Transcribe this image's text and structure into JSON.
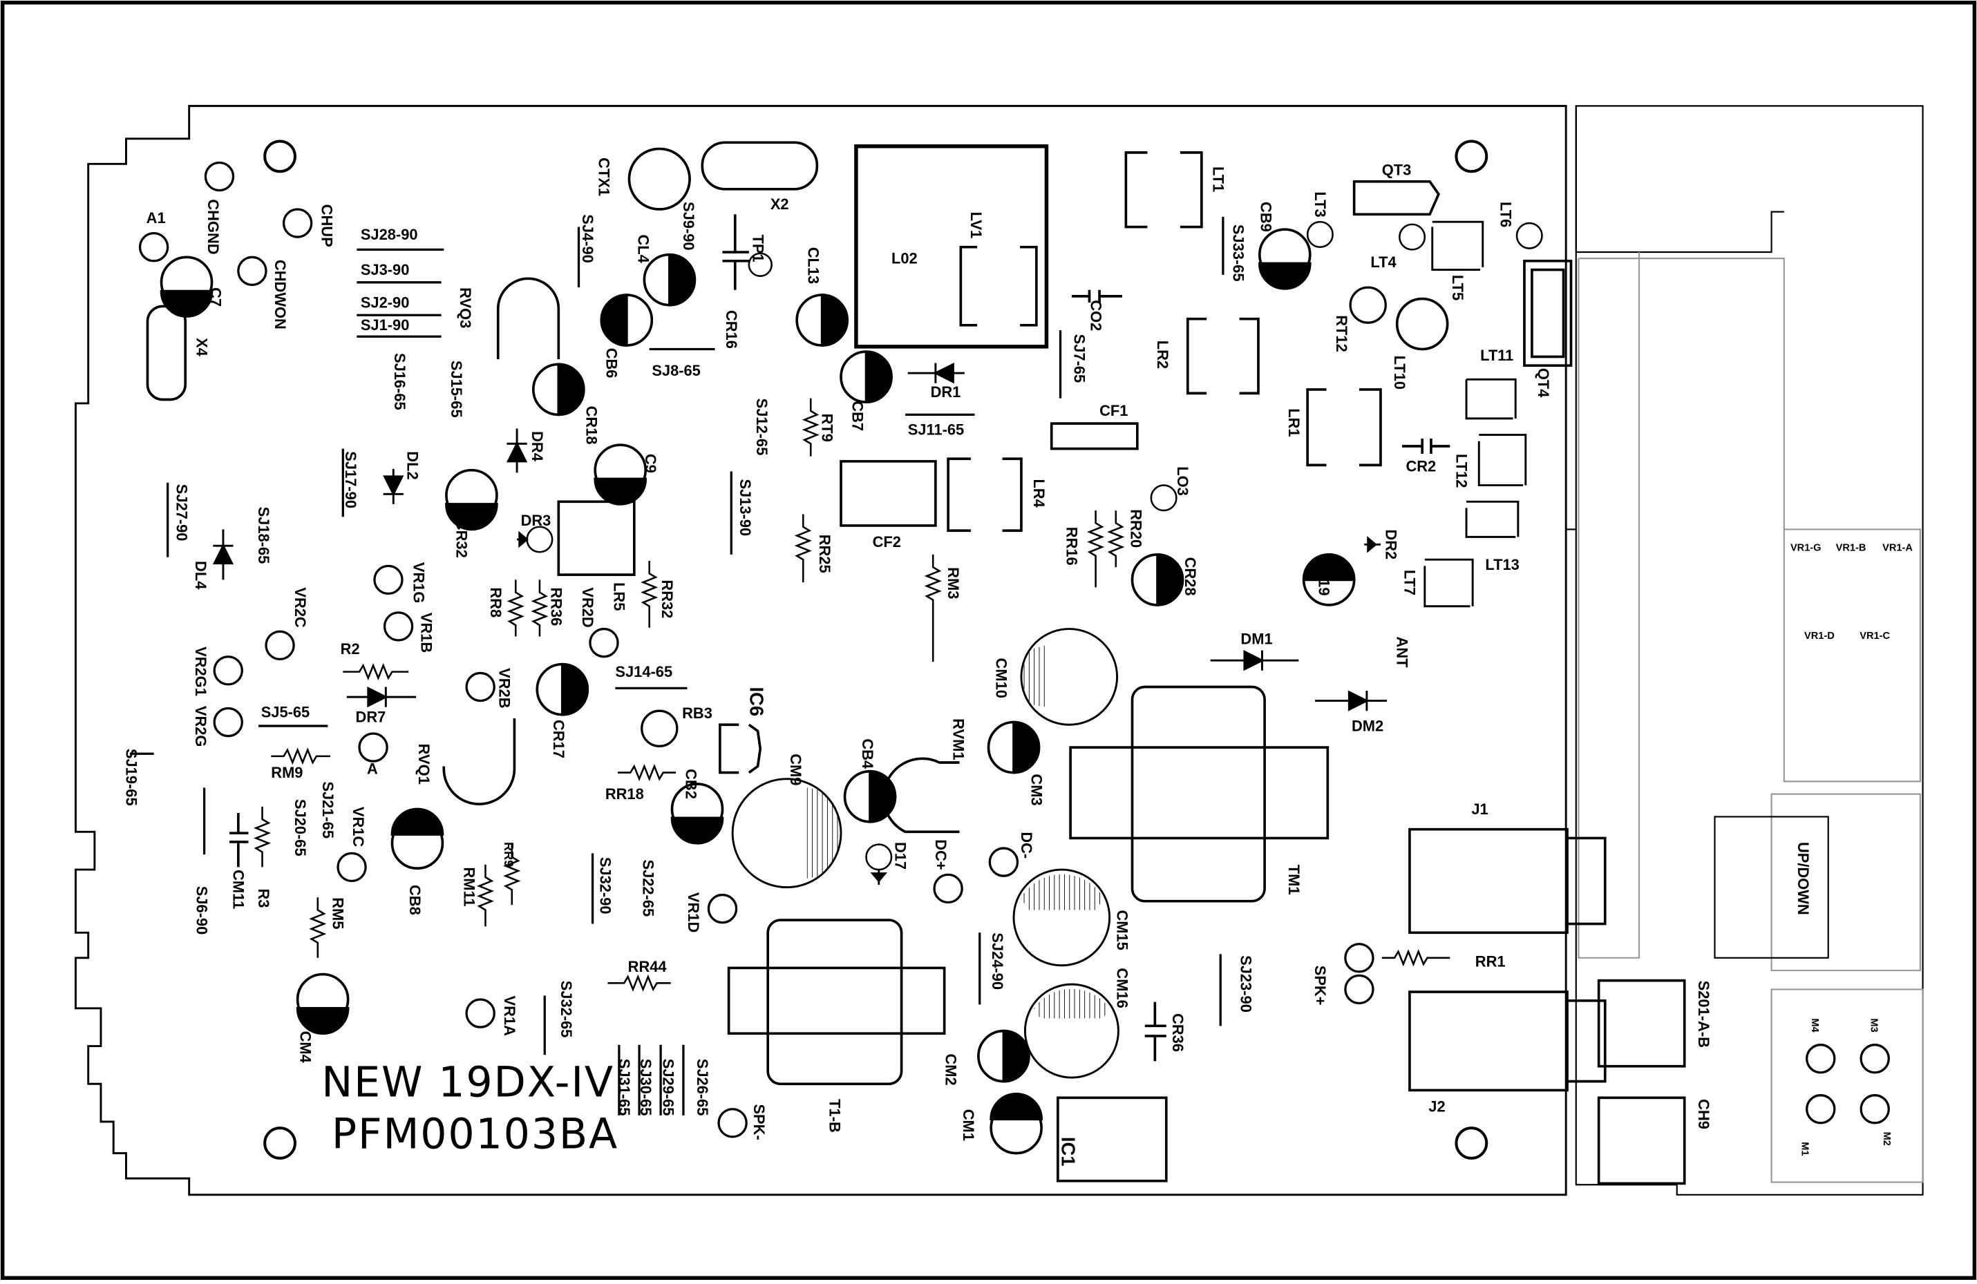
{
  "board": {
    "title_line1": "NEW 19DX-IV",
    "title_line2": "PFM00103BA"
  },
  "labels": {
    "A1": "A1",
    "CHGND": "CHGND",
    "CHUP": "CHUP",
    "CHDWON": "CHDWON",
    "C7": "C7",
    "X4": "X4",
    "SJ28_90": "SJ28-90",
    "SJ3_90": "SJ3-90",
    "SJ2_90": "SJ2-90",
    "SJ1_90": "SJ1-90",
    "RVQ3": "RVQ3",
    "CTX1": "CTX1",
    "SJ4_90": "SJ4-90",
    "SJ9_90": "SJ9-90",
    "X2": "X2",
    "TP1": "TP1",
    "CL4": "CL4",
    "CL13": "CL13",
    "CR16": "CR16",
    "L02": "L02",
    "LV1": "LV1",
    "LT1": "LT1",
    "CB9": "CB9",
    "LT3": "LT3",
    "SJ33_65": "SJ33-65",
    "QT3": "QT3",
    "LT6": "LT6",
    "LT4": "LT4",
    "LT5": "LT5",
    "CB6": "CB6",
    "SJ8_65": "SJ8-65",
    "CB7": "CB7",
    "DR1": "DR1",
    "CO2": "CO2",
    "SJ7_65": "SJ7-65",
    "LR2": "LR2",
    "RT12": "RT12",
    "LT10": "LT10",
    "LT11": "LT11",
    "QT4": "QT4",
    "SJ16_65": "SJ16-65",
    "SJ15_65": "SJ15-65",
    "CR18": "CR18",
    "SJ12_65": "SJ12-65",
    "RT9": "RT9",
    "SJ11_65": "SJ11-65",
    "CF1": "CF1",
    "LR1": "LR1",
    "CR2": "CR2",
    "LT12": "LT12",
    "DR4": "DR4",
    "SJ17_90": "SJ17-90",
    "DL2": "DL2",
    "C9": "C9",
    "CR32": "CR32",
    "DR3": "DR3",
    "SJ13_90": "SJ13-90",
    "CF2": "CF2",
    "LR4": "LR4",
    "LO3": "LO3",
    "SJ27_90": "SJ27-90",
    "SJ18_65": "SJ18-65",
    "DL4": "DL4",
    "RR8": "RR8",
    "RR36": "RR36",
    "LR5": "LR5",
    "RR32": "RR32",
    "VR2D": "VR2D",
    "RR25": "RR25",
    "RR16": "RR16",
    "RR20": "RR20",
    "CR28": "CR28",
    "CR19": "CR19",
    "DR2": "DR2",
    "LT13": "LT13",
    "LT7": "LT7",
    "VR1G": "VR1G",
    "VR1B": "VR1B",
    "VR2C": "VR2C",
    "RM3": "RM3",
    "DM1": "DM1",
    "ANT": "ANT",
    "VR2G1": "VR2G1",
    "VR2G": "VR2G",
    "R2": "R2",
    "DR7": "DR7",
    "VR2B": "VR2B",
    "CR17": "CR17",
    "SJ14_65": "SJ14-65",
    "CM10": "CM10",
    "DM2": "DM2",
    "SJ5_65": "SJ5-65",
    "RB3": "RB3",
    "IC6": "IC6",
    "RVM1": "RVM1",
    "CB4": "CB4",
    "CM9": "CM9",
    "A": "A",
    "RVQ1": "RVQ1",
    "RM9": "RM9",
    "SJ19_65": "SJ19-65",
    "RR18": "RR18",
    "CB2": "CB2",
    "CM3": "CM3",
    "SJ21_65": "SJ21-65",
    "SJ20_65": "SJ20-65",
    "VR1C": "VR1C",
    "RR9": "RR9",
    "CB8": "CB8",
    "D17": "D17",
    "DC_PLUS": "DC+",
    "DC_MINUS": "DC-",
    "J1": "J1",
    "TM1": "TM1",
    "UP_DOWN": "UP/DOWN",
    "CM11": "CM11",
    "R3": "R3",
    "SJ6_90": "SJ6-90",
    "RM5": "RM5",
    "RM11": "RM11",
    "SJ32_90": "SJ32-90",
    "SJ22_65": "SJ22-65",
    "VR1D": "VR1D",
    "CM15": "CM15",
    "SJ24_90": "SJ24-90",
    "CM16": "CM16",
    "SJ23_90": "SJ23-90",
    "SPK_PLUS": "SPK+",
    "RR1": "RR1",
    "S201_A_B": "S201-A-B",
    "RR44": "RR44",
    "CM4": "CM4",
    "VR1A": "VR1A",
    "SJ32_65": "SJ32-65",
    "CR36": "CR36",
    "CM2": "CM2",
    "M4": "M4",
    "M3": "M3",
    "SJ31_65": "SJ31-65",
    "SJ30_65": "SJ30-65",
    "SJ29_65": "SJ29-65",
    "SJ26_65": "SJ26-65",
    "SPK_MINUS": "SPK-",
    "T1_B": "T1-B",
    "CM1": "CM1",
    "IC1": "IC1",
    "J2": "J2",
    "CH9": "CH9",
    "M1": "M1",
    "M2": "M2",
    "VR1_G": "VR1-G",
    "VR1_B": "VR1-B",
    "VR1_A": "VR1-A",
    "VR1_D": "VR1-D",
    "VR1_C": "VR1-C"
  }
}
